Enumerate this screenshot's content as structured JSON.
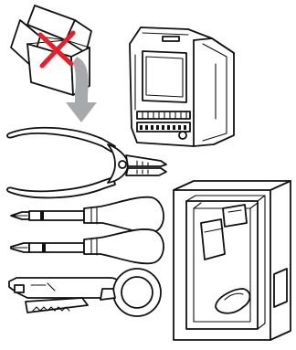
{
  "diagram": {
    "parts": [
      {
        "name": "cardboard-box",
        "crossed_out": true
      },
      {
        "name": "down-arrow"
      },
      {
        "name": "connector-module"
      },
      {
        "name": "pliers"
      },
      {
        "name": "phillips-screwdriver"
      },
      {
        "name": "flat-screwdriver"
      },
      {
        "name": "wire-stripper"
      },
      {
        "name": "mounting-frame"
      }
    ],
    "colors": {
      "line": "#111111",
      "cross": "#e5202a",
      "arrow": "#a7a9ac",
      "background": "#ffffff"
    }
  }
}
